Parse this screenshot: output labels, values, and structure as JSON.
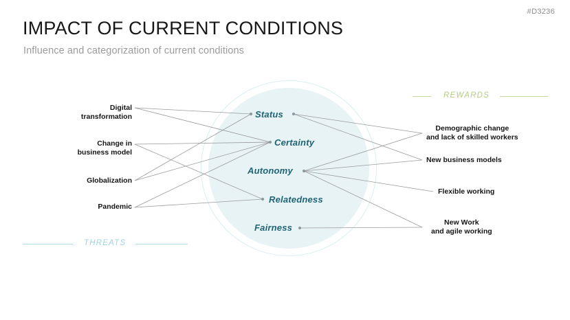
{
  "header": {
    "doc_code": "#D3236",
    "title": "IMPACT OF CURRENT CONDITIONS",
    "subtitle": "Influence and categorization of current conditions"
  },
  "categories": {
    "left": {
      "label": "THREATS",
      "color": "#9ed3e6"
    },
    "right": {
      "label": "REWARDS",
      "color": "#b7cc86"
    }
  },
  "core": {
    "color": "#1f6475",
    "fill": "#e7f3f5",
    "ring": "#d9eef1",
    "items": [
      {
        "label": "Status"
      },
      {
        "label": "Certainty"
      },
      {
        "label": "Autonomy"
      },
      {
        "label": "Relatedness"
      },
      {
        "label": "Fairness"
      }
    ]
  },
  "left_items": [
    {
      "line1": "Digital",
      "line2": "transformation"
    },
    {
      "line1": "Change in",
      "line2": "business model"
    },
    {
      "line1": "Globalization",
      "line2": ""
    },
    {
      "line1": "Pandemic",
      "line2": ""
    }
  ],
  "right_items": [
    {
      "line1": "Demographic change",
      "line2": "and lack of skilled workers"
    },
    {
      "line1": "New business models",
      "line2": ""
    },
    {
      "line1": "Flexible working",
      "line2": ""
    },
    {
      "line1": "New Work",
      "line2": "and agile working"
    }
  ],
  "connectors": {
    "color": "#9a9a9a",
    "dot_color": "#8a9a9e"
  }
}
